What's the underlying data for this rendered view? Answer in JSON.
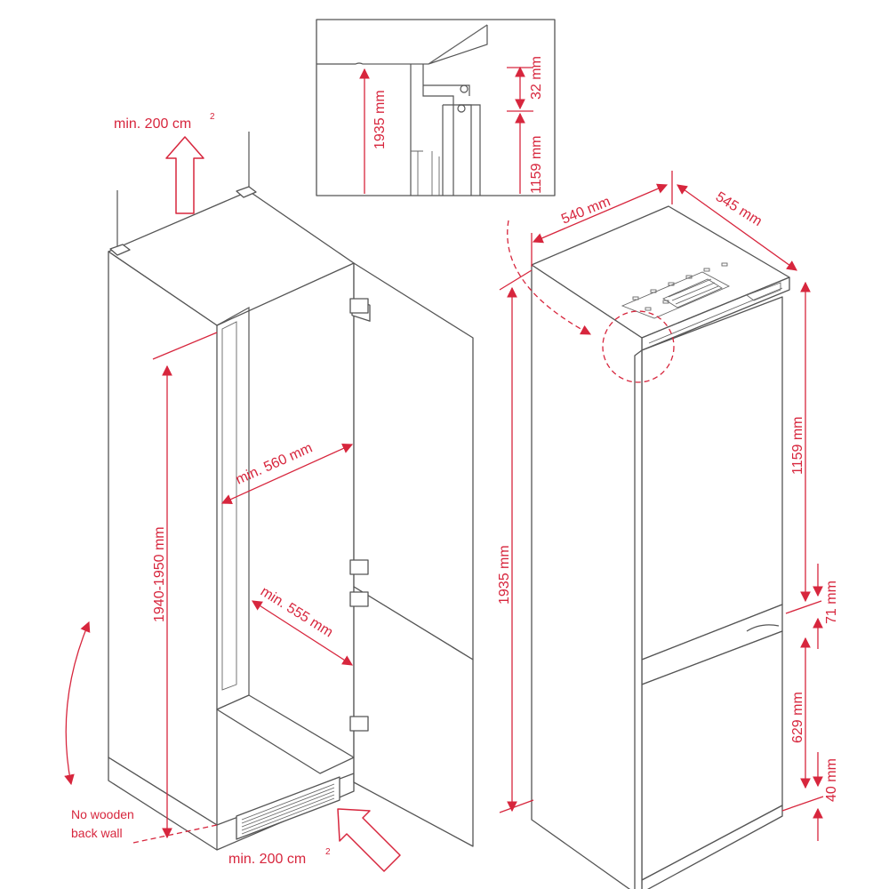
{
  "labels": {
    "vent_top": "min. 200 cm",
    "vent_top_sup": "2",
    "vent_bottom": "min. 200 cm",
    "vent_bottom_sup": "2",
    "niche_height": "1940-1950 mm",
    "niche_width": "min. 560 mm",
    "niche_depth": "min. 555 mm",
    "no_back_wall_line1": "No wooden",
    "no_back_wall_line2": "back wall",
    "appliance_width": "540 mm",
    "appliance_depth": "545 mm",
    "appliance_height": "1935 mm",
    "upper_door": "1159 mm",
    "gap_upper": "71 mm",
    "lower_door": "629 mm",
    "gap_lower": "40 mm",
    "detail_height": "1935 mm",
    "detail_gap": "32 mm",
    "detail_upper": "1159 mm"
  },
  "colors": {
    "dimension": "#d7263d",
    "outline": "#555555",
    "background": "#ffffff"
  }
}
